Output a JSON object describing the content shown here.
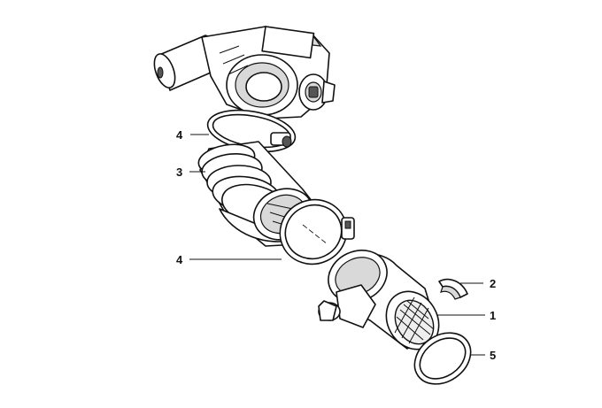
{
  "diagram": {
    "callouts": [
      {
        "id": "c4a",
        "label": "4"
      },
      {
        "id": "c3",
        "label": "3"
      },
      {
        "id": "c4b",
        "label": "4"
      },
      {
        "id": "c2",
        "label": "2"
      },
      {
        "id": "c1",
        "label": "1"
      },
      {
        "id": "c5",
        "label": "5"
      }
    ]
  }
}
